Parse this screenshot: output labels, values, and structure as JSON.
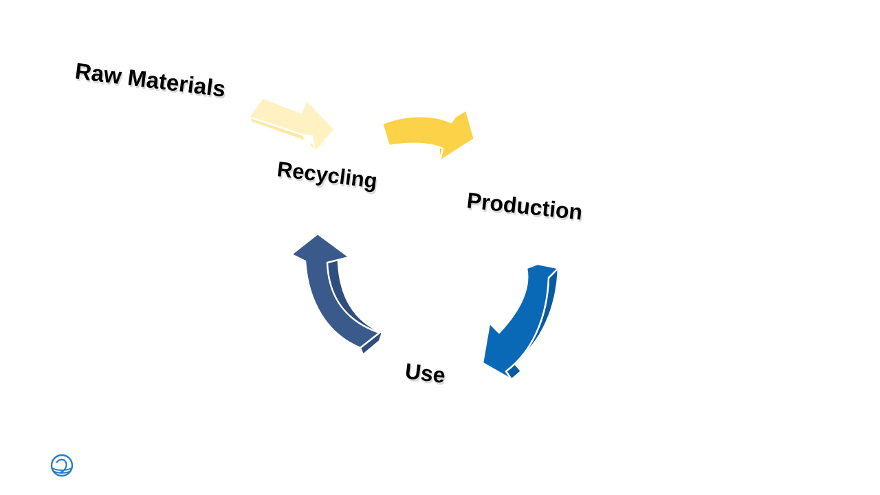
{
  "slide": {
    "background": "#ffffff"
  },
  "cycle": {
    "stages": [
      {
        "id": "raw-materials",
        "label": "Raw Materials"
      },
      {
        "id": "recycling",
        "label": "Recycling"
      },
      {
        "id": "production",
        "label": "Production"
      },
      {
        "id": "use",
        "label": "Use"
      }
    ],
    "arrows": [
      {
        "id": "raw-to-recycling",
        "from": "Raw Materials",
        "to": "Recycling",
        "color": "#fff1c1",
        "side_color": "#fde8a6"
      },
      {
        "id": "recycling-to-production",
        "from": "Recycling",
        "to": "Production",
        "color": "#fcd348",
        "side_color": "#f5c52d"
      },
      {
        "id": "production-to-use",
        "from": "Production",
        "to": "Use",
        "color": "#0a69b7",
        "side_color": "#0a5aa0"
      },
      {
        "id": "use-to-recycling",
        "from": "Use",
        "to": "Recycling",
        "color": "#3b5a8c",
        "side_color": "#2f4d7d"
      }
    ]
  },
  "logo": {
    "icon": "nordic-swan-logo-icon",
    "color": "#2b7bc4"
  }
}
